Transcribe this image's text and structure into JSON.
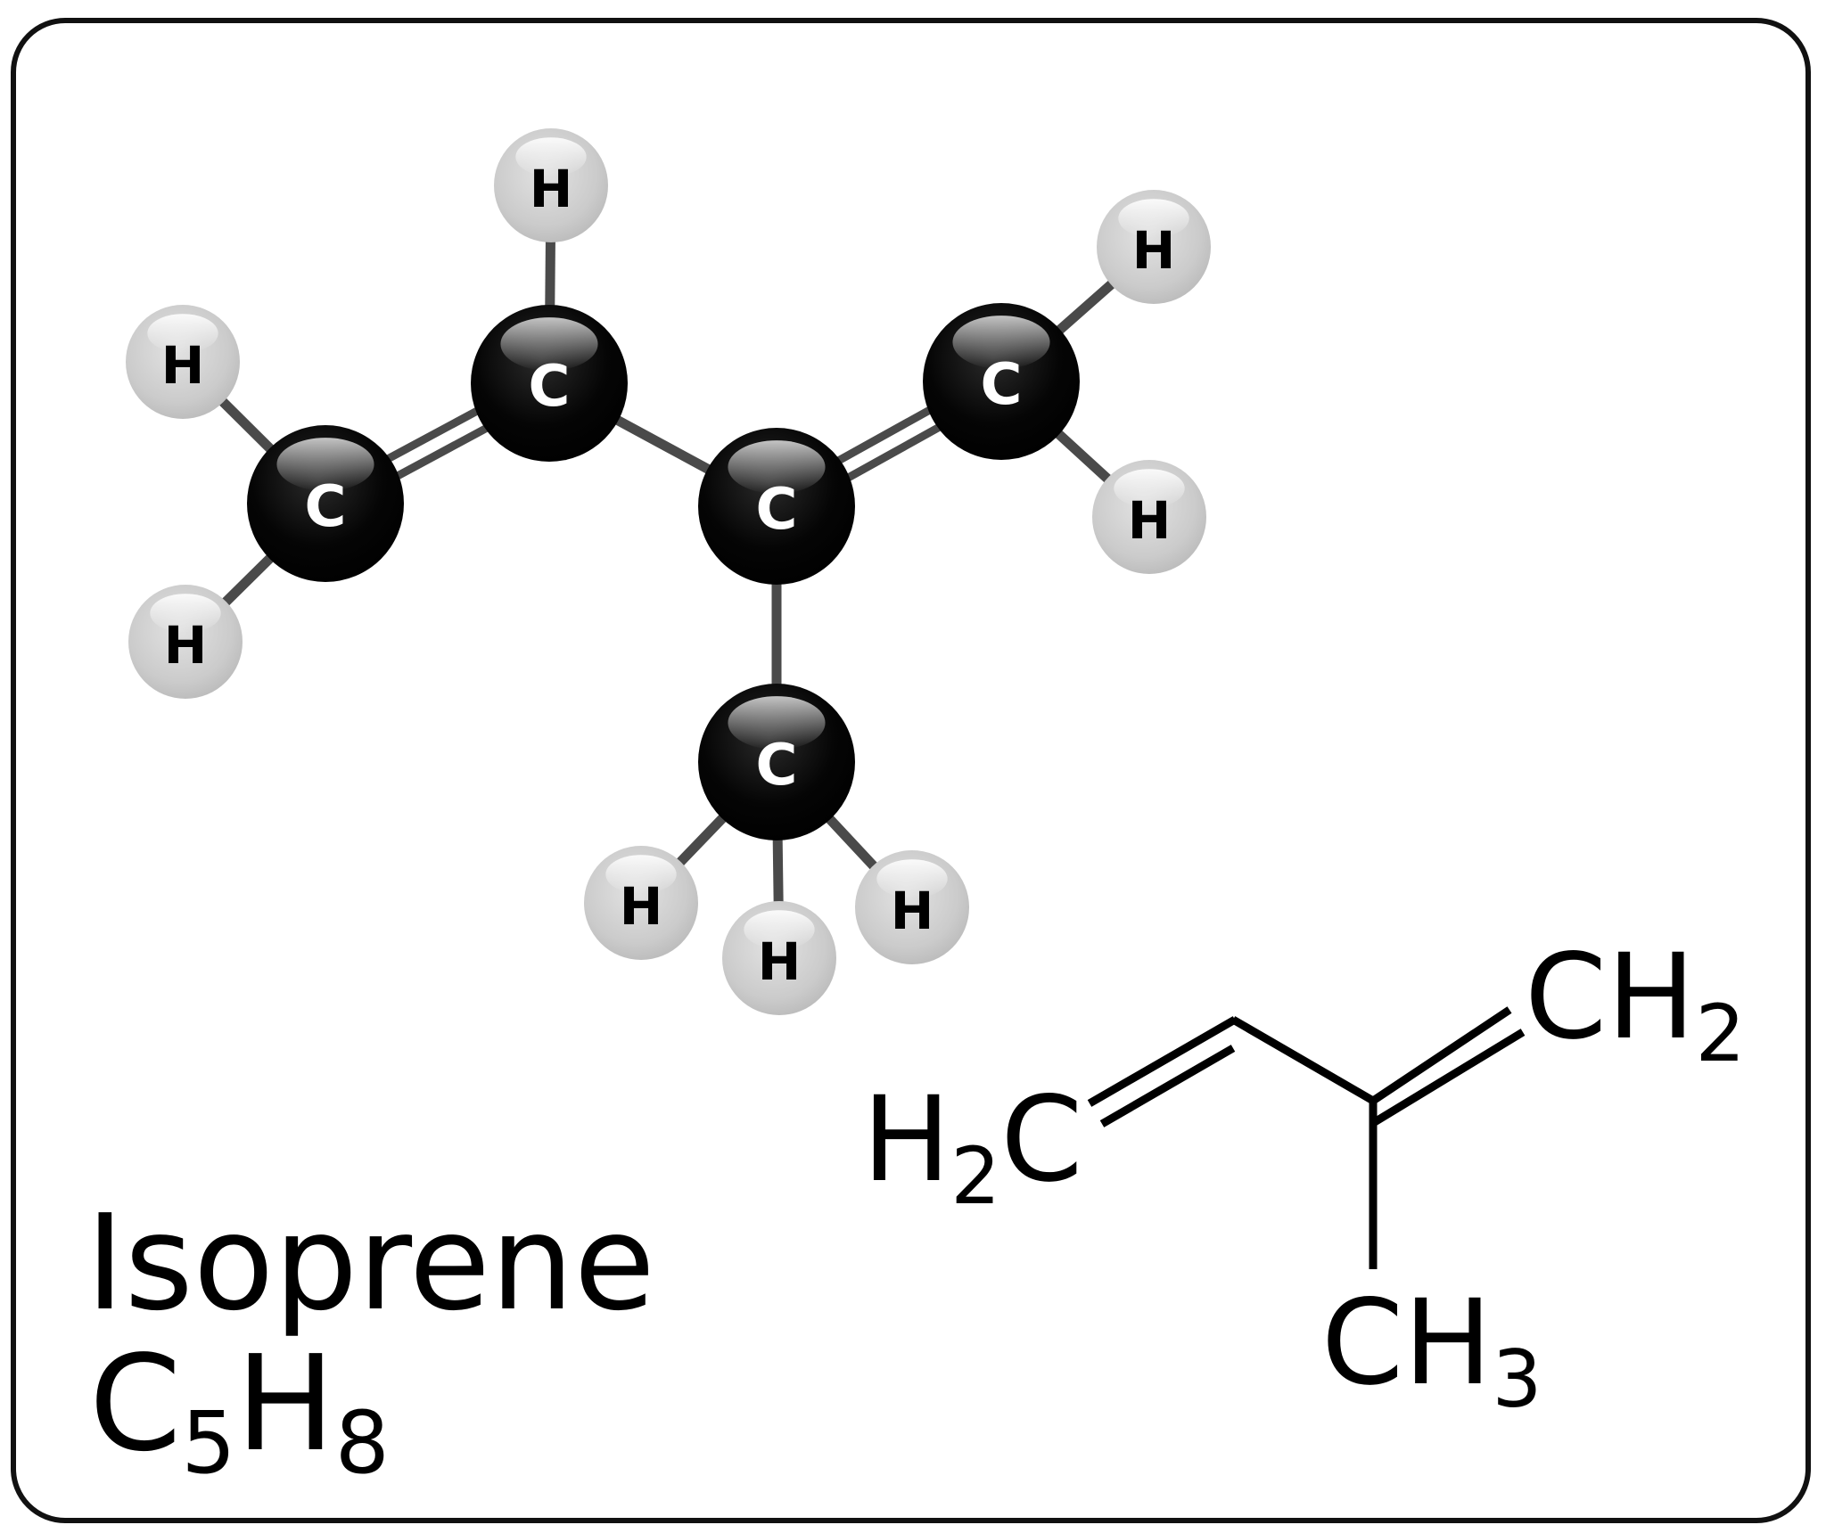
{
  "molecule": {
    "name": "Isoprene",
    "formula": {
      "parts": [
        {
          "text": "C",
          "sub": "5"
        },
        {
          "text": "H",
          "sub": "8"
        }
      ]
    }
  },
  "ball_and_stick": {
    "atoms": [
      {
        "id": "c1",
        "element": "C"
      },
      {
        "id": "c2",
        "element": "C"
      },
      {
        "id": "c3",
        "element": "C"
      },
      {
        "id": "c4",
        "element": "C"
      },
      {
        "id": "c5",
        "element": "C"
      },
      {
        "id": "h1",
        "element": "H"
      },
      {
        "id": "h2",
        "element": "H"
      },
      {
        "id": "h3",
        "element": "H"
      },
      {
        "id": "h4",
        "element": "H"
      },
      {
        "id": "h5",
        "element": "H"
      },
      {
        "id": "h6",
        "element": "H"
      },
      {
        "id": "h7",
        "element": "H"
      },
      {
        "id": "h8",
        "element": "H"
      }
    ],
    "bonds": [
      {
        "from": "c1",
        "to": "c2",
        "order": 2
      },
      {
        "from": "c2",
        "to": "c3",
        "order": 1
      },
      {
        "from": "c3",
        "to": "c4",
        "order": 2
      },
      {
        "from": "c3",
        "to": "c5",
        "order": 1
      },
      {
        "from": "c1",
        "to": "h1",
        "order": 1
      },
      {
        "from": "c1",
        "to": "h2",
        "order": 1
      },
      {
        "from": "c2",
        "to": "h3",
        "order": 1
      },
      {
        "from": "c4",
        "to": "h4",
        "order": 1
      },
      {
        "from": "c4",
        "to": "h5",
        "order": 1
      },
      {
        "from": "c5",
        "to": "h6",
        "order": 1
      },
      {
        "from": "c5",
        "to": "h7",
        "order": 1
      },
      {
        "from": "c5",
        "to": "h8",
        "order": 1
      }
    ]
  },
  "structural_formula": {
    "groups": [
      {
        "id": "left",
        "text": "H",
        "sub": "2",
        "tail": "C"
      },
      {
        "id": "top-right",
        "text": "CH",
        "sub": "2",
        "tail": ""
      },
      {
        "id": "bottom",
        "text": "CH",
        "sub": "3",
        "tail": ""
      }
    ]
  },
  "colors": {
    "frame": "#111111",
    "carbon": "#000000",
    "hydrogen": "#c8c8c8",
    "bond": "#4a4a4a",
    "line": "#000000"
  }
}
